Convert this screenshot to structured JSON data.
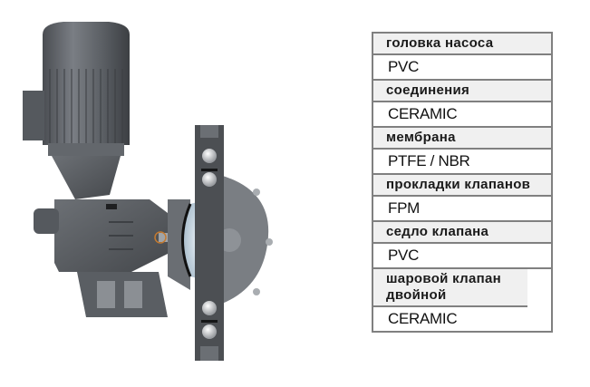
{
  "image": {
    "subject": "diaphragm-dosing-pump-cutaway"
  },
  "specs": {
    "rows": [
      {
        "label": "головка  насоса",
        "value": "PVC"
      },
      {
        "label": "соединения",
        "value": "CERAMIC"
      },
      {
        "label": "мембрана",
        "value": "PTFE / NBR"
      },
      {
        "label": "прокладки  клапанов",
        "value": "FPM"
      },
      {
        "label": "седло  клапана",
        "value": "PVC"
      },
      {
        "label": "шаровой  клапан двойной",
        "value": "CERAMIC"
      }
    ]
  },
  "colors": {
    "border": "#808080",
    "header_bg": "#f0f0f0",
    "pump_body": "#5f6368"
  }
}
